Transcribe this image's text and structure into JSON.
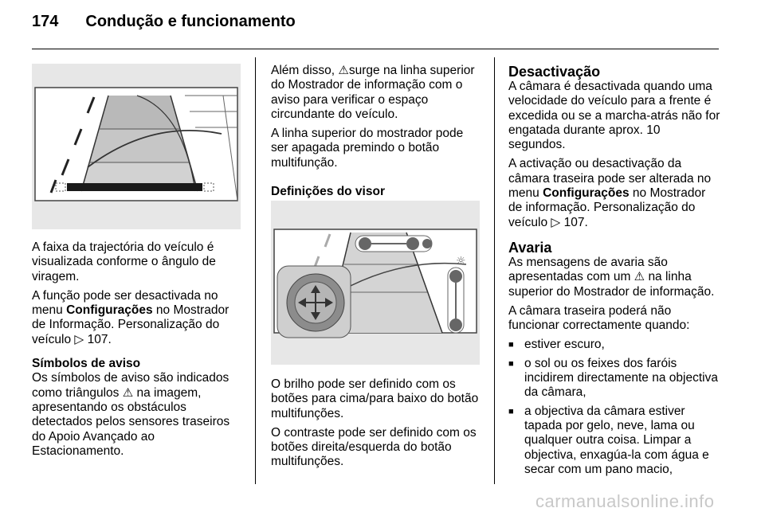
{
  "header": {
    "page_number": "174",
    "section_title": "Condução e funcionamento"
  },
  "icons": {
    "warning": "⚠",
    "page_ref": "▷"
  },
  "col1": {
    "p1": "A faixa da trajectória do veículo é visualizada conforme o ângulo de viragem.",
    "p2_start": "A função pode ser desactivada no menu ",
    "p2_bold": "Configurações",
    "p2_mid": " no Mostrador de Informação. Personalização do veículo ",
    "p2_ref": "107.",
    "heading": "Símbolos de aviso",
    "p3_start": "Os símbolos de aviso são indicados como triângulos ",
    "p3_end": "na imagem, apresentando os obstáculos detectados pelos sensores traseiros do Apoio Avançado ao Estacionamento."
  },
  "col2": {
    "p1_start": "Além disso, ",
    "p1_end": "surge na linha superior do Mostrador de informação com o aviso para verificar o espaço circundante do veículo.",
    "p2": "A linha superior do mostrador pode ser apagada premindo o botão multifunção.",
    "heading": "Definições do visor",
    "p3": "O brilho pode ser definido com os botões para cima/para baixo do botão multifunções.",
    "p4": "O contraste pode ser definido com os botões direita/esquerda do botão multifunções."
  },
  "col3": {
    "heading1": "Desactivação",
    "p1": "A câmara é desactivada quando uma velocidade do veículo para a frente é excedida ou se a marcha-atrás não for engatada durante aprox. 10 segundos.",
    "p2_start": "A activação ou desactivação da câmara traseira pode ser alterada no menu ",
    "p2_bold": "Configurações",
    "p2_mid": " no Mostrador de informação. Personalização do veículo ",
    "p2_ref": "107.",
    "heading2": "Avaria",
    "p3_start": "As mensagens de avaria são apresentadas com um ",
    "p3_end": "na linha superior do Mostrador de informação.",
    "p4": "A câmara traseira poderá não funcionar correctamente quando:",
    "bullets": [
      "estiver escuro,",
      "o sol ou os feixes dos faróis incidirem directamente na objectiva da câmara,",
      "a objectiva da câmara estiver tapada por gelo, neve, lama ou qualquer outra coisa. Limpar a objectiva, enxagúa-la com água e secar com um pano macio,"
    ]
  },
  "watermark": "carmanualsonline.info"
}
